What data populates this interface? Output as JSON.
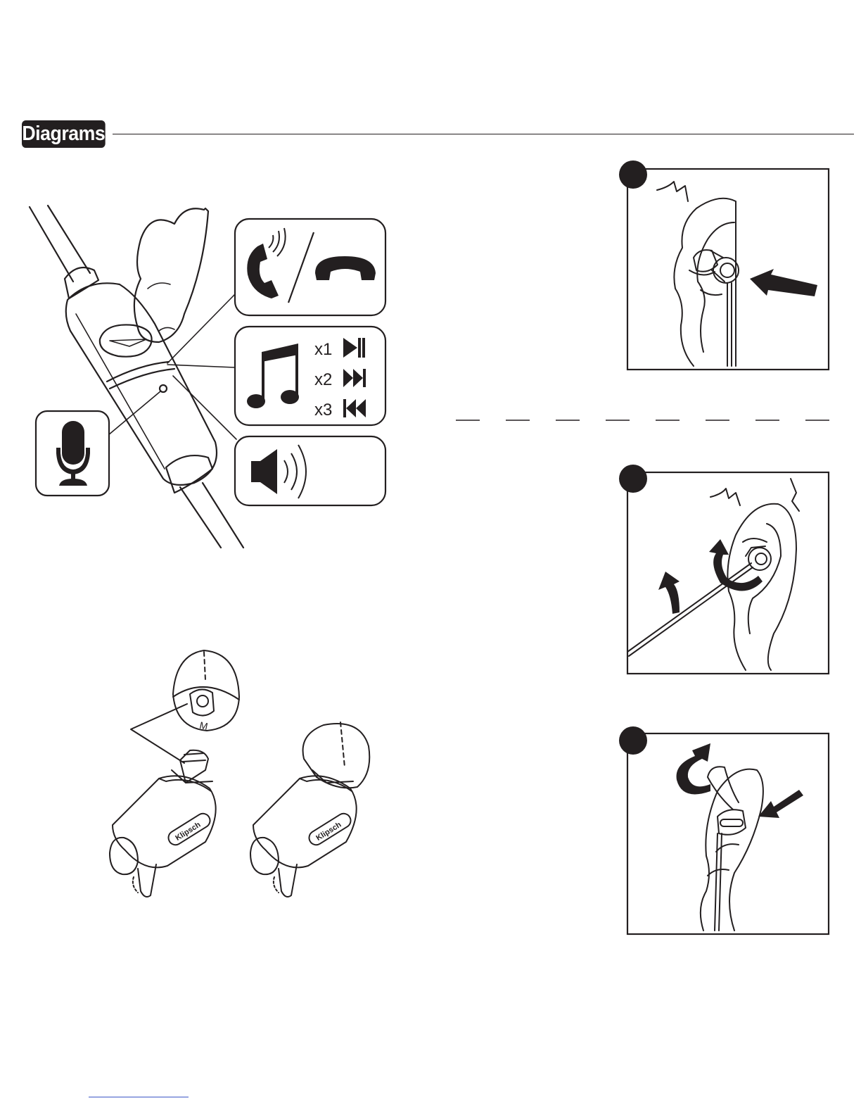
{
  "section": {
    "title": "Diagrams"
  },
  "remote": {
    "panels": {
      "music": {
        "rows": [
          {
            "label": "x1",
            "icon": "play-pause-icon"
          },
          {
            "label": "x2",
            "icon": "skip-forward-icon"
          },
          {
            "label": "x3",
            "icon": "skip-back-icon"
          }
        ]
      }
    },
    "icons": [
      "phone-answer-icon",
      "phone-hangup-icon",
      "music-note-icon",
      "microphone-icon",
      "speaker-icon"
    ]
  },
  "eartip": {
    "size_label": "M",
    "brand_label": "Klipsch"
  },
  "steps": [
    {
      "id": 1,
      "icon": "insert-arrow-icon"
    },
    {
      "id": 2,
      "icon": "rotate-arrow-icon"
    },
    {
      "id": 3,
      "icon": "wrap-arrow-icon"
    }
  ],
  "colors": {
    "ink": "#231f20",
    "paper": "#ffffff",
    "link": "#3b56c6"
  }
}
